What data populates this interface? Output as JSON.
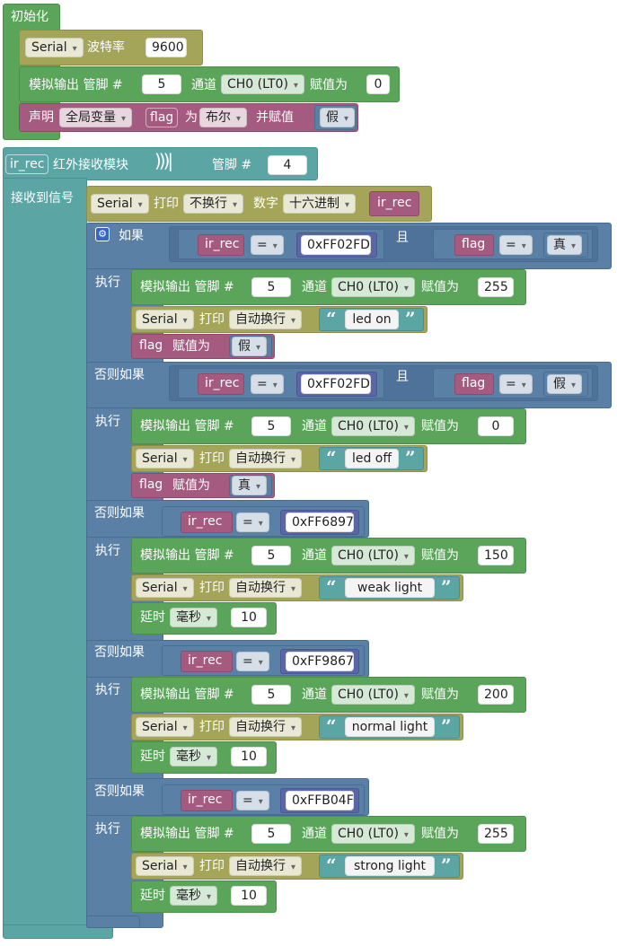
{
  "setup": {
    "title": "初始化",
    "serial_dd": "Serial",
    "baud_label": "波特率",
    "baud": "9600",
    "aw1_label": "模拟输出 管脚 #",
    "aw1_pin": "5",
    "aw1_ch_label": "通道",
    "aw1_ch": "CH0 (LT0)",
    "aw1_val_label": "赋值为",
    "aw1_val": "0",
    "decl_label": "声明",
    "decl_scope": "全局变量",
    "decl_var": "flag",
    "decl_as": "为",
    "decl_type": "布尔",
    "decl_assign": "并赋值",
    "decl_val": "假"
  },
  "ir": {
    "var": "ir_rec",
    "title": "红外接收模块",
    "pin_label": "管脚 #",
    "pin": "4",
    "recv_label": "接收到信号",
    "print_serial": "Serial",
    "print_label": "打印",
    "print_mode": "不换行",
    "print_num": "数字",
    "print_base": "十六进制",
    "print_var": "ir_rec"
  },
  "ifblock": {
    "if_label": "如果",
    "do_label": "执行",
    "elseif_label": "否则如果",
    "and_label": "且",
    "eq": "=",
    "branches": [
      {
        "var": "ir_rec",
        "code": "0xFF02FD",
        "flag": "flag",
        "flag_val": "真",
        "pin": "5",
        "ch": "CH0 (LT0)",
        "val": "255",
        "text": "led on",
        "set_var": "flag",
        "set_val": "假"
      },
      {
        "var": "ir_rec",
        "code": "0xFF02FD",
        "flag": "flag",
        "flag_val": "假",
        "pin": "5",
        "ch": "CH0 (LT0)",
        "val": "0",
        "text": "led off",
        "set_var": "flag",
        "set_val": "真"
      },
      {
        "var": "ir_rec",
        "code": "0xFF6897",
        "pin": "5",
        "ch": "CH0 (LT0)",
        "val": "150",
        "text": "weak light",
        "delay_unit": "毫秒",
        "delay": "10"
      },
      {
        "var": "ir_rec",
        "code": "0xFF9867",
        "pin": "5",
        "ch": "CH0 (LT0)",
        "val": "200",
        "text": "normal light",
        "delay_unit": "毫秒",
        "delay": "10"
      },
      {
        "var": "ir_rec",
        "code": "0xFFB04F",
        "pin": "5",
        "ch": "CH0 (LT0)",
        "val": "255",
        "text": "strong light",
        "delay_unit": "毫秒",
        "delay": "10"
      }
    ]
  },
  "labels": {
    "aw": "模拟输出 管脚 #",
    "ch": "通道",
    "assign": "赋值为",
    "serial": "Serial",
    "print": "打印",
    "newline": "自动换行",
    "delay": "延时"
  },
  "colors": {
    "io_green": "#5ba55b",
    "serial_olive": "#a5a55a",
    "var_pink": "#a55b80",
    "ir_teal": "#5ba5a5",
    "logic_blue": "#5b80a5",
    "hex_indigo": "#5b67a5"
  }
}
